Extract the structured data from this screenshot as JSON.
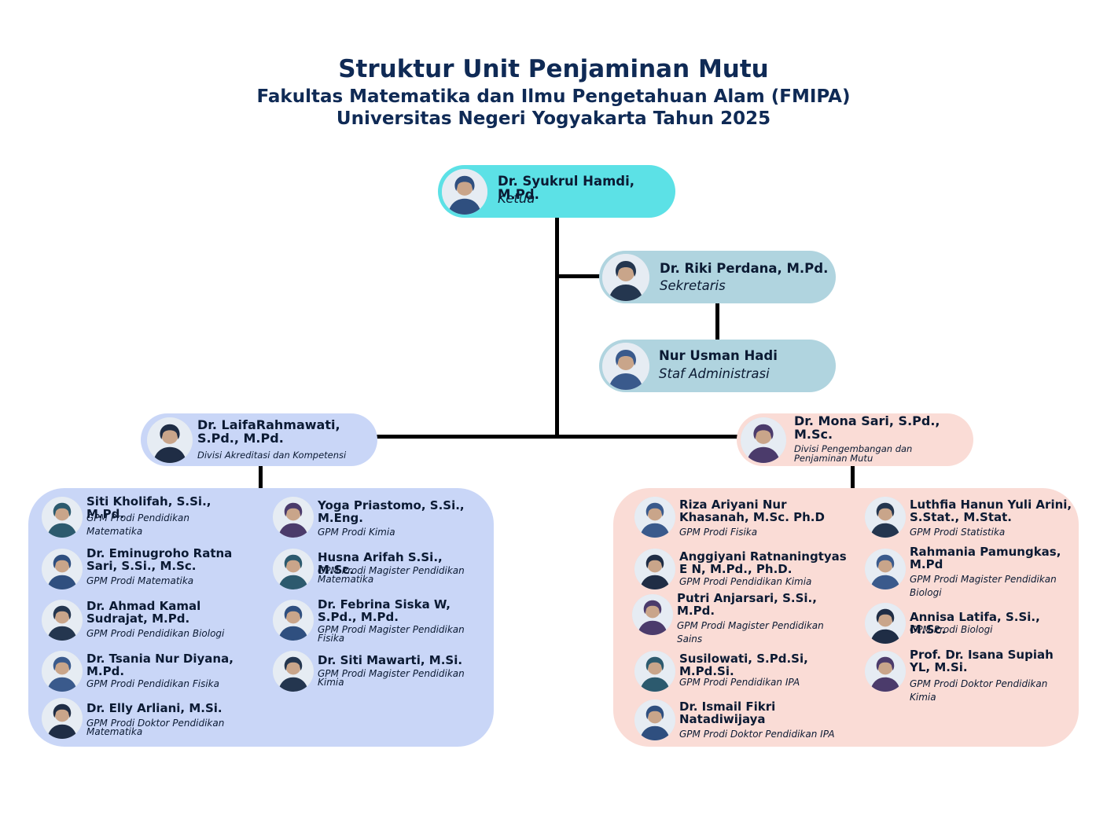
{
  "title": {
    "line1": "Struktur Unit Penjaminan Mutu",
    "line2": "Fakultas Matematika dan Ilmu Pengetahuan Alam (FMIPA)",
    "line3": "Universitas Negeri Yogyakarta Tahun 2025"
  },
  "colors": {
    "ketua": "#5ce1e6",
    "sekretaris": "#b0d4df",
    "left_group": "#c9d6f7",
    "right_group": "#fadcd6",
    "title": "#0f2a55"
  },
  "ketua": {
    "name": "Dr. Syukrul Hamdi, M.Pd.",
    "role": "Ketua"
  },
  "sekretaris": {
    "name": "Dr. Riki Perdana, M.Pd.",
    "role": "Sekretaris"
  },
  "staf": {
    "name": "Nur Usman Hadi",
    "role": "Staf Administrasi"
  },
  "div_left": {
    "name": "Dr. LaifaRahmawati, S.Pd., M.Pd.",
    "role": "Divisi Akreditasi dan Kompetensi"
  },
  "div_right": {
    "name": "Dr. Mona Sari, S.Pd., M.Sc.",
    "role": "Divisi Pengembangan dan Penjaminan Mutu"
  },
  "left_members": [
    {
      "name": "Siti Kholifah, S.Si., M.Pd.",
      "role": "GPM Prodi Pendidikan Matematika"
    },
    {
      "name": "Dr. Eminugroho Ratna Sari, S.Si., M.Sc.",
      "role": "GPM Prodi Matematika"
    },
    {
      "name": "Dr. Ahmad Kamal Sudrajat, M.Pd.",
      "role": "GPM Prodi Pendidikan Biologi"
    },
    {
      "name": "Dr. Tsania Nur Diyana, M.Pd.",
      "role": "GPM Prodi Pendidikan Fisika"
    },
    {
      "name": "Dr. Elly Arliani, M.Si.",
      "role": "GPM Prodi Doktor Pendidikan Matematika"
    },
    {
      "name": "Yoga Priastomo, S.Si., M.Eng.",
      "role": "GPM Prodi Kimia"
    },
    {
      "name": "Husna Arifah S.Si., M.Sc.",
      "role": "GPM Prodi Magister Pendidikan Matematika"
    },
    {
      "name": "Dr. Febrina Siska W, S.Pd., M.Pd.",
      "role": "GPM Prodi Magister Pendidikan Fisika"
    },
    {
      "name": "Dr. Siti Mawarti, M.Si.",
      "role": "GPM Prodi Magister Pendidikan Kimia"
    }
  ],
  "right_members": [
    {
      "name": "Riza Ariyani Nur Khasanah, M.Sc. Ph.D",
      "role": "GPM Prodi Fisika"
    },
    {
      "name": "Anggiyani Ratnaningtyas E N, M.Pd., Ph.D.",
      "role": "GPM Prodi Pendidikan Kimia"
    },
    {
      "name": "Putri Anjarsari, S.Si., M.Pd.",
      "role": "GPM Prodi Magister Pendidikan Sains"
    },
    {
      "name": "Susilowati, S.Pd.Si, M.Pd.Si.",
      "role": "GPM Prodi Pendidikan IPA"
    },
    {
      "name": "Dr. Ismail Fikri Natadiwijaya",
      "role": "GPM Prodi Doktor Pendidikan IPA"
    },
    {
      "name": "Luthfia Hanun Yuli Arini, S.Stat., M.Stat.",
      "role": "GPM Prodi Statistika"
    },
    {
      "name": "Rahmania Pamungkas, M.Pd",
      "role": "GPM Prodi Magister Pendidikan Biologi"
    },
    {
      "name": "Annisa Latifa, S.Si., M.Sc.",
      "role": "GPM Prodi Biologi"
    },
    {
      "name": "Prof. Dr. Isana Supiah YL, M.Si.",
      "role": "GPM Prodi Doktor Pendidikan Kimia"
    }
  ]
}
